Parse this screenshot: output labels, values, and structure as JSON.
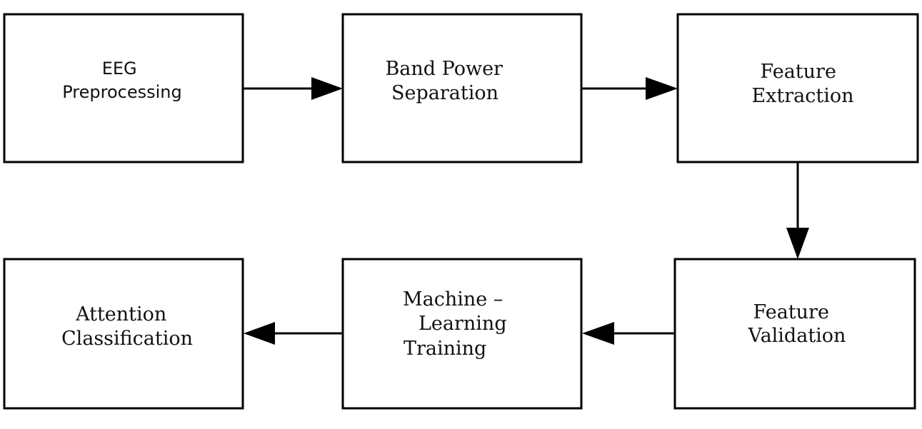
{
  "boxes": [
    {
      "id": "eeg-preprocessing",
      "lines": [
        "EEG",
        "Preprocessing"
      ]
    },
    {
      "id": "band-power-separation",
      "lines": [
        "Band Power",
        "Separation"
      ]
    },
    {
      "id": "feature-extraction",
      "lines": [
        "Feature",
        "Extraction"
      ]
    },
    {
      "id": "feature-validation",
      "lines": [
        "Feature",
        "Validation"
      ]
    },
    {
      "id": "machine-learning-training",
      "lines": [
        "Machine –",
        "Learning",
        "Training"
      ]
    },
    {
      "id": "attention-classification",
      "lines": [
        "Attention",
        "Classification"
      ]
    }
  ],
  "connections": [
    {
      "from": "eeg-preprocessing",
      "to": "band-power-separation"
    },
    {
      "from": "band-power-separation",
      "to": "feature-extraction"
    },
    {
      "from": "feature-extraction",
      "to": "feature-validation"
    },
    {
      "from": "feature-validation",
      "to": "machine-learning-training"
    },
    {
      "from": "machine-learning-training",
      "to": "attention-classification"
    }
  ],
  "colors": {
    "box_border": "#000000",
    "box_fill": "#ffffff",
    "text": "#111111",
    "arrow": "#000000"
  }
}
